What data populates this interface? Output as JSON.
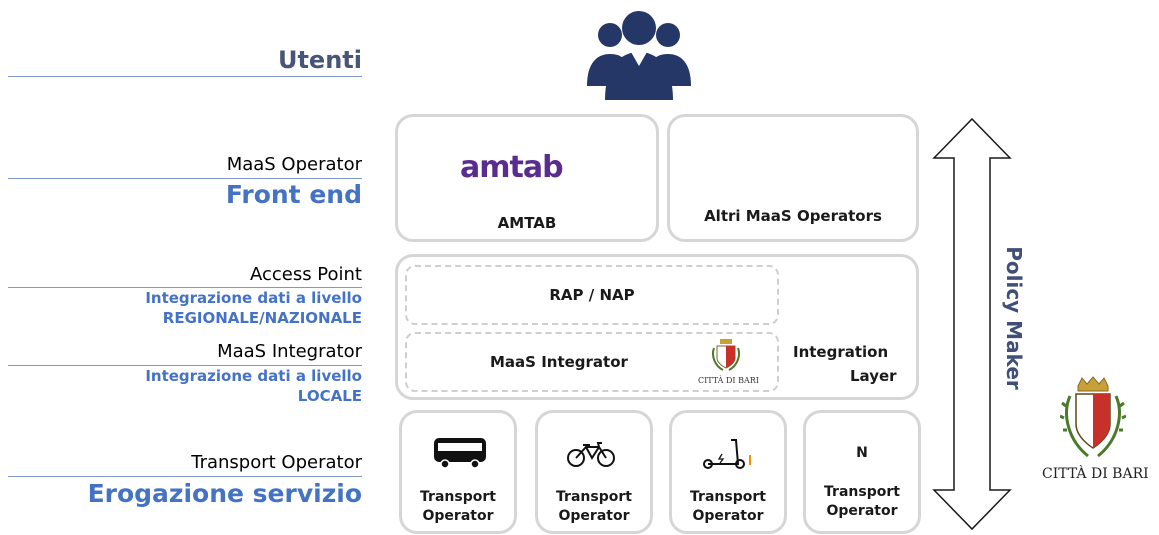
{
  "labels": {
    "utenti": "Utenti",
    "maas_operator": "MaaS Operator",
    "front_end": "Front end",
    "access_point": "Access Point",
    "integrazione_regionale_1": "Integrazione dati a livello",
    "integrazione_regionale_2": "REGIONALE/NAZIONALE",
    "maas_integrator": "MaaS Integrator",
    "integrazione_locale_1": "Integrazione dati a livello",
    "integrazione_locale_2": "LOCALE",
    "transport_operator": "Transport Operator",
    "erogazione_servizio": "Erogazione servizio"
  },
  "front_end_boxes": {
    "amtab_logo": "amtab",
    "amtab_label": "AMTAB",
    "altri_label": "Altri MaaS Operators"
  },
  "integration": {
    "rap_nap": "RAP / NAP",
    "maas_integrator": "MaaS Integrator",
    "citta_small": "CITTÀ DI BARI",
    "layer_1": "Integration",
    "layer_2": "Layer"
  },
  "transport": {
    "items": [
      {
        "icon": "bus-icon",
        "line1": "Transport",
        "line2": "Operator"
      },
      {
        "icon": "bicycle-icon",
        "line1": "Transport",
        "line2": "Operator"
      },
      {
        "icon": "scooter-icon",
        "line1": "Transport",
        "line2": "Operator"
      },
      {
        "icon": "n-label",
        "letter": "N",
        "line1": "Transport",
        "line2": "Operator"
      }
    ]
  },
  "policy_maker": "Policy Maker",
  "citta_di_bari": "CITTÀ DI BARI",
  "colors": {
    "accent_blue": "#4472c4",
    "dark_blue": "#3f4f78",
    "icon_navy": "#253766",
    "box_border": "#d6d6d6",
    "amtab_purple": "#5b2c8f",
    "amtab_orange": "#f39200"
  }
}
